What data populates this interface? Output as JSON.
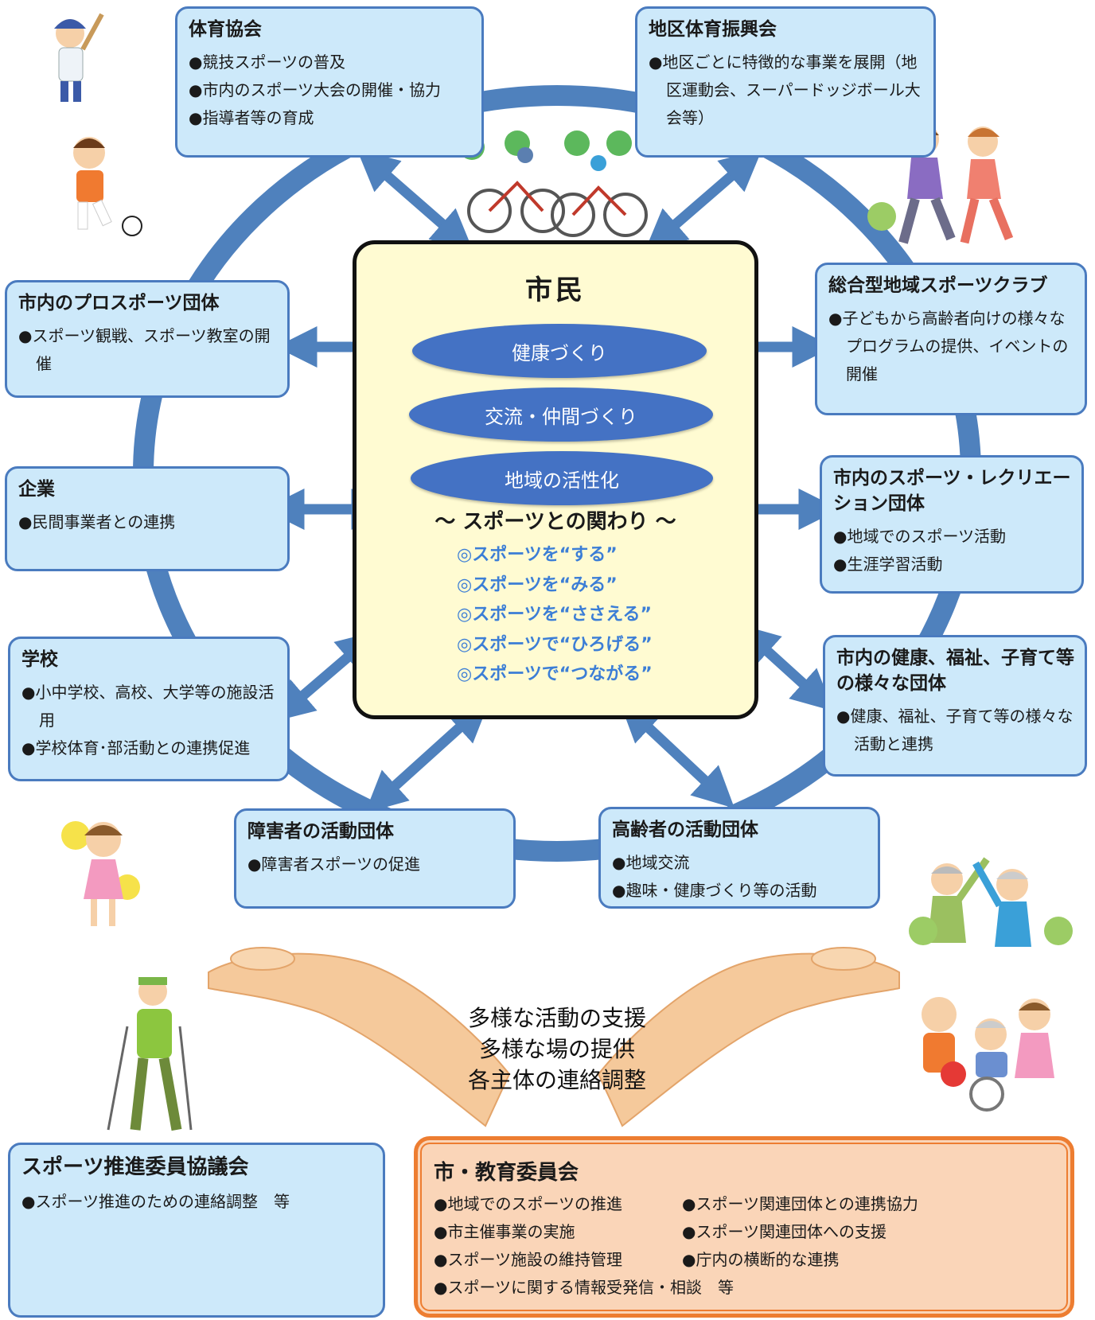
{
  "center": {
    "title": "市民",
    "goals": [
      "健康づくり",
      "交流・仲間づくり",
      "地域の活性化"
    ],
    "relation_title": "～ スポーツとの関わり ～",
    "relations": [
      "◎スポーツを“する”",
      "◎スポーツを“みる”",
      "◎スポーツを“ささえる”",
      "◎スポーツで“ひろげる”",
      "◎スポーツで“つながる”"
    ]
  },
  "orgs": {
    "taiiku": {
      "title": "体育協会",
      "items": [
        "競技スポーツの普及",
        "市内のスポーツ大会の開催・協力",
        "指導者等の育成"
      ]
    },
    "chiku": {
      "title": "地区体育振興会",
      "items": [
        "地区ごとに特徴的な事業を展開（地区運動会、スーパードッジボール大会等）"
      ]
    },
    "pro": {
      "title": "市内のプロスポーツ団体",
      "items": [
        "スポーツ観戦、スポーツ教室の開催"
      ]
    },
    "sogo": {
      "title": "総合型地域スポーツクラブ",
      "items": [
        "子どもから高齢者向けの様々なプログラムの提供、イベントの開催"
      ]
    },
    "kigyo": {
      "title": "企業",
      "items": [
        "民間事業者との連携"
      ]
    },
    "recreation": {
      "title": "市内のスポーツ・レクリエーション団体",
      "items": [
        "地域でのスポーツ活動",
        "生涯学習活動"
      ]
    },
    "gakko": {
      "title": "学校",
      "items": [
        "小中学校、高校、大学等の施設活用",
        "学校体育･部活動との連携促進"
      ]
    },
    "fukushi": {
      "title": "市内の健康、福祉、子育て等の様々な団体",
      "items": [
        "健康、福祉、子育て等の様々な活動と連携"
      ]
    },
    "shogai": {
      "title": "障害者の活動団体",
      "items": [
        "障害者スポーツの促進"
      ]
    },
    "koreisha": {
      "title": "高齢者の活動団体",
      "items": [
        "地域交流",
        "趣味・健康づくり等の活動"
      ]
    },
    "suishin": {
      "title": "スポーツ推進委員協議会",
      "items": [
        "スポーツ推進のための連絡調整　等"
      ]
    }
  },
  "support": [
    "多様な活動の支援",
    "多様な場の提供",
    "各主体の連絡調整"
  ],
  "city": {
    "title": "市・教育委員会",
    "items": [
      "地域でのスポーツの推進",
      "スポーツ関連団体との連携協力",
      "市主催事業の実施",
      "スポーツ関連団体への支援",
      "スポーツ施設の維持管理",
      "庁内の横断的な連携",
      "スポーツに関する情報受発信・相談　等"
    ]
  },
  "colors": {
    "ring": "#4f81bd",
    "org_fill": "#cde9fa",
    "org_border": "#4a7bbf",
    "pill": "#4472c4",
    "citizen_fill": "#fffbd2",
    "relation_text": "#3c7ed6",
    "city_fill": "#fad5b8",
    "city_border": "#ed7d31",
    "hands": "#f5c99b"
  },
  "icons": [
    "baseball-player-icon",
    "soccer-boy-icon",
    "cyclists-icon",
    "joggers-icon",
    "cheerleader-icon",
    "hiker-icon",
    "seniors-stretching-icon",
    "family-icon",
    "open-hands-icon"
  ]
}
